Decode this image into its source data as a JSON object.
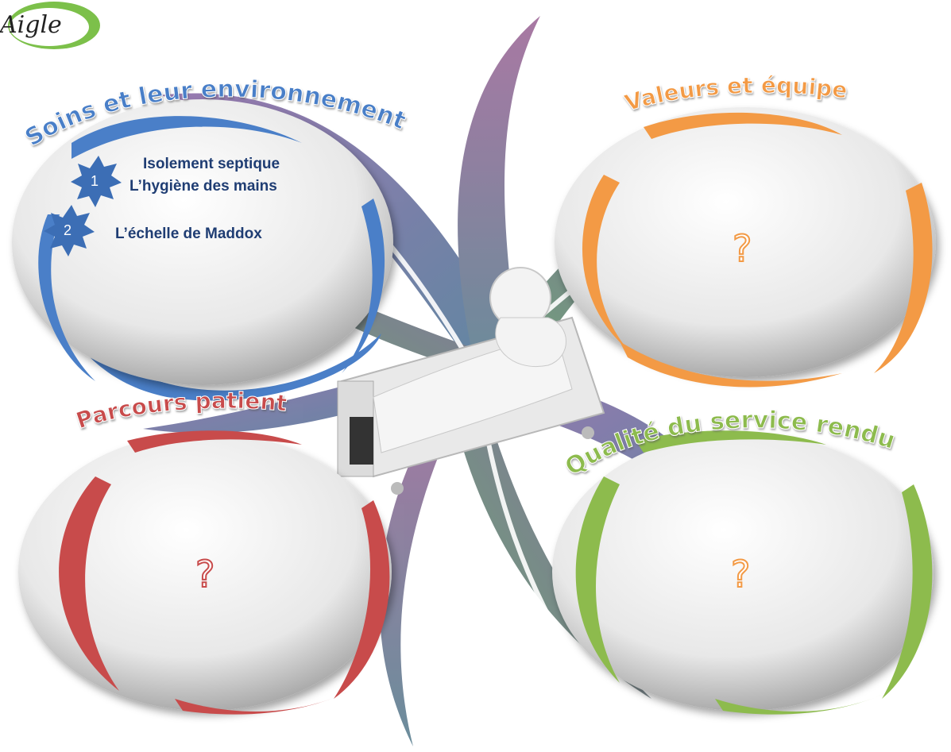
{
  "logo": {
    "text": "Aigle"
  },
  "sections": [
    {
      "title": "Soins et leur environnement",
      "accent": "#4a7fc8",
      "items": [
        {
          "number": "1",
          "lines": [
            "Isolement septique",
            "L’hygiène des mains"
          ]
        },
        {
          "number": "2",
          "lines": [
            "L’échelle de Maddox"
          ]
        }
      ]
    },
    {
      "title": "Valeurs et équipe",
      "accent": "#f39a45",
      "placeholder": "?"
    },
    {
      "title": "Parcours patient",
      "accent": "#c84b4b",
      "placeholder": "?"
    },
    {
      "title": "Qualité du service rendu",
      "accent": "#8dbb4d",
      "placeholder": "?"
    }
  ],
  "colors": {
    "item_text": "#1f3d73",
    "badge": "#3c6eb5",
    "swirl": [
      "#7a5aa0",
      "#4d6f8f",
      "#6a8f6a",
      "#9a6a9a",
      "#5a8a9a"
    ]
  }
}
